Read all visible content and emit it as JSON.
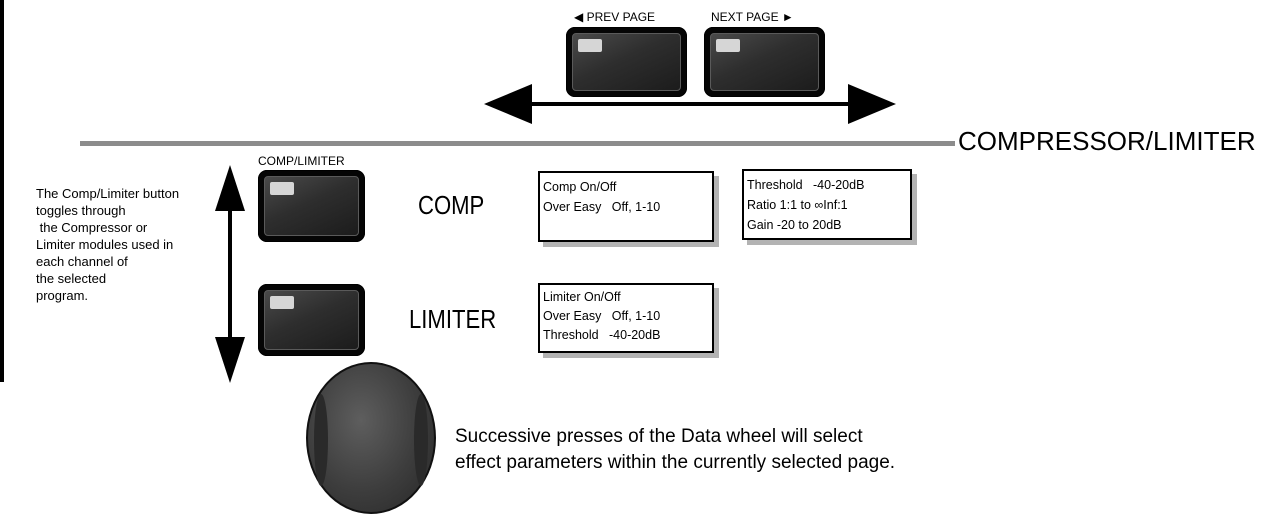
{
  "nav": {
    "prev_label": "◀ PREV PAGE",
    "next_label": "NEXT PAGE ►"
  },
  "section": {
    "title": "COMPRESSOR/LIMITER",
    "button_caption": "COMP/LIMITER"
  },
  "description_lines": [
    "The Comp/Limiter button",
    "toggles through",
    " the Compressor or",
    "Limiter modules used in",
    "each channel of",
    "the selected",
    "program."
  ],
  "comp": {
    "label": "COMP",
    "display1": [
      "Comp On/Off",
      "Over Easy   Off, 1-10"
    ],
    "display2": [
      "Threshold   -40-20dB",
      "Ratio 1:1 to ∞Inf:1",
      "Gain -20 to 20dB"
    ]
  },
  "limiter": {
    "label": "LIMITER",
    "display": [
      "Limiter On/Off",
      "Over Easy   Off, 1-10",
      "Threshold   -40-20dB"
    ]
  },
  "wheel": {
    "text_lines": [
      "Successive presses of the Data wheel will select",
      "effect parameters within the currently selected page."
    ]
  },
  "colors": {
    "rule": "#8c8c8c",
    "lcd_shadow": "#b3b3b3",
    "button_body": "#050505",
    "led": "#d6d6d6"
  },
  "icons": [
    "left-right-arrow-icon",
    "up-down-arrow-icon",
    "led-icon"
  ]
}
